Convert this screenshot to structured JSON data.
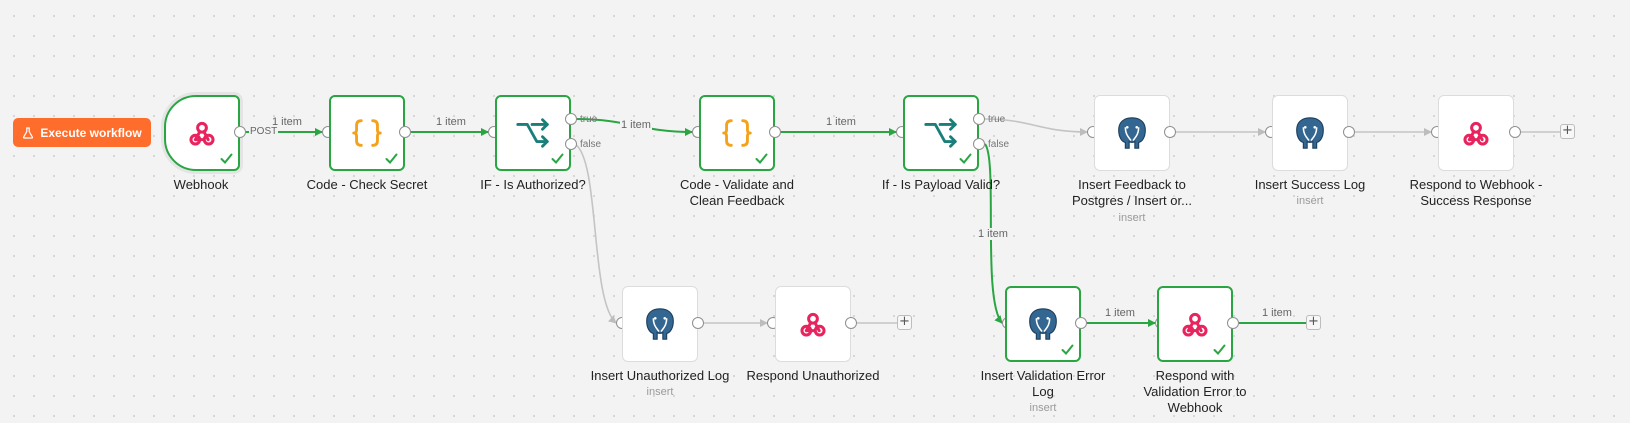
{
  "toolbar": {
    "execute_label": "Execute workflow"
  },
  "icons": {
    "execute": "flask-icon",
    "webhook": "webhook-icon",
    "code": "code-braces-icon",
    "if": "branch-split-icon",
    "postgres": "postgres-elephant-icon",
    "success": "check-icon",
    "add": "plus-icon"
  },
  "colors": {
    "accent": "#ff6d2c",
    "success": "#29a642",
    "webhook": "#e8245f",
    "code": "#f4a21b",
    "if": "#1a7f7a",
    "postgres": "#336791"
  },
  "nodes": {
    "webhook": {
      "label": "Webhook"
    },
    "check_secret": {
      "label": "Code - Check Secret"
    },
    "is_authorized": {
      "label": "IF - Is Authorized?"
    },
    "validate": {
      "label": "Code - Validate and Clean Feedback"
    },
    "payload_valid": {
      "label": "If - Is Payload Valid?"
    },
    "insert_feedback": {
      "label": "Insert Feedback to Postgres / Insert or...",
      "sub": "insert"
    },
    "insert_success": {
      "label": "Insert Success Log",
      "sub": "insert"
    },
    "respond_success": {
      "label": "Respond to Webhook - Success Response"
    },
    "insert_unauth": {
      "label": "Insert Unauthorized Log",
      "sub": "insert"
    },
    "respond_unauth": {
      "label": "Respond Unauthorized"
    },
    "insert_validation": {
      "label": "Insert Validation Error Log",
      "sub": "insert"
    },
    "respond_validation": {
      "label": "Respond with Validation Error to Webhook"
    }
  },
  "edges": {
    "webhook_method": "POST",
    "e1": "1 item",
    "e2": "1 item",
    "e3": "1 item",
    "e4": "1 item",
    "e5": "1 item",
    "e6": "1 item",
    "e7": "1 item"
  },
  "branches": {
    "true": "true",
    "false": "false"
  },
  "add_plus": "+"
}
